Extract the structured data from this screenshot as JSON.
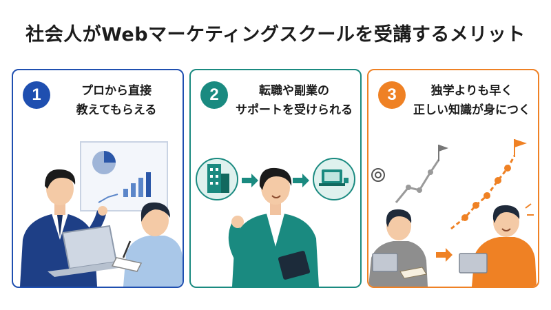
{
  "title": "社会人がWebマーケティングスクールを受講するメリット",
  "colors": {
    "blue": "#1f4fb0",
    "teal": "#1a8a80",
    "orange": "#ef8124"
  },
  "cards": [
    {
      "number": "1",
      "line1": "プロから直接",
      "line2": "教えてもらえる"
    },
    {
      "number": "2",
      "line1": "転職や副業の",
      "line2": "サポートを受けられる"
    },
    {
      "number": "3",
      "line1": "独学よりも早く",
      "line2": "正しい知識が身につく"
    }
  ]
}
